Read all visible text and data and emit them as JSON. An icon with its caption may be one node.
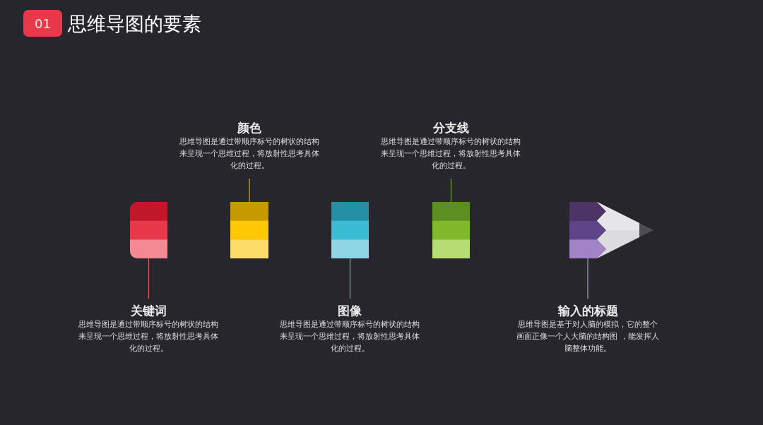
{
  "diagram": {
    "title": "思维导图的要素",
    "nodes": [
      {
        "text": [
          "01"
        ]
      },
      {
        "text": [
          "颜色",
          "思维导图是通过带顺序标号的树状的结构来呈现一个思维过程，将放射性思考具体化的过程。"
        ]
      },
      {
        "text": [
          "分支线",
          "思维导图是通过带顺序标号的树状的结构来呈现一个思维过程，将放射性思考具体化的过程。"
        ]
      },
      {
        "text": [],
        "shape": "box"
      },
      {
        "text": [],
        "shape": "box"
      },
      {
        "text": [],
        "shape": "box"
      },
      {
        "text": [],
        "shape": "box"
      },
      {
        "text": [],
        "shape": "box"
      },
      {
        "text": [
          "关键词",
          "思维导图是通过带顺序标号的树状的结构来呈现一个思维过程，将放射性思考具体化的过程。"
        ]
      },
      {
        "text": [
          "图像",
          "思维导图是通过带顺序标号的树状的结构来呈现一个思维过程，将放射性思考具体化的过程。"
        ]
      },
      {
        "text": [
          "输入的标题",
          "思维导图是基于对人脑的模拟，它的整个画面正像一个人大脑的结构图 ，能发挥人脑整体功能。"
        ]
      }
    ],
    "edges": [
      {
        "from": 8,
        "to": 3,
        "arrow": "none",
        "color": "#e05a68"
      },
      {
        "from": 1,
        "to": 4,
        "arrow": "none",
        "color": "#d6ae2a"
      },
      {
        "from": 9,
        "to": 5,
        "arrow": "none",
        "color": "#4fb3c8"
      },
      {
        "from": 2,
        "to": 6,
        "arrow": "none",
        "color": "#7aa23a"
      },
      {
        "from": 10,
        "to": 7,
        "arrow": "none",
        "color": "#a89bc0"
      }
    ]
  }
}
